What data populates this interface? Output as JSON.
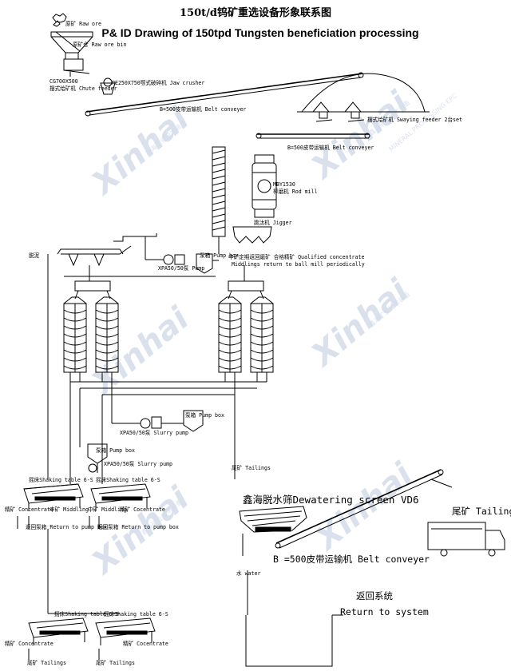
{
  "title_cn": "150t/d钨矿重选设备形象联系图",
  "title_en": "P& ID Drawing of 150tpd Tungsten beneficiation processing",
  "watermark": {
    "brand": "Xinhai",
    "brand_cn": "鑫海矿业技术装备",
    "brand_en": "MINERAL PROCESSING EPC"
  },
  "labels": {
    "raw_ore": "原矿 Raw ore",
    "raw_ore_bin": "原矿仓 Raw ore bin",
    "chute_feeder_model": "CG700X500",
    "chute_feeder": "摆式给矿机 Chute feeder",
    "jaw_crusher": "PE250X750颚式破碎机 Jaw crusher",
    "belt_conveyer_1": "B=500皮带运输机 Belt conveyer",
    "swaying_feeder": "摆式给矿机 Swaying feeder 2台set",
    "belt_conveyer_2": "B=500皮带运输机 Belt conveyer",
    "rod_mill_model": "MBY1530",
    "rod_mill": "棒磨机 Rod mill",
    "jigger": "跳汰机 Jigger",
    "desliming": "脱泥",
    "pump_box_top": "泵箱 Pump box",
    "xpa_pump_top": "XPA50/50泵 Pump",
    "qualified_concentrate": "中矿定期返回磨矿 合格精矿 Qualified concentrate",
    "middlings_return": "Middlings return to ball mill periodically",
    "pump_box_mid": "泵箱 Pump box",
    "slurry_pump_mid": "XPA50/50泵 Slurry pump",
    "pump_box_low": "泵箱 Pump box",
    "slurry_pump_low": "XPA50/50泵 Slurry pump",
    "tailings_mid": "尾矿 Tailings",
    "shaking_table_left": "摇床Shaking table 6-S",
    "shaking_table_right": "摇床Shaking table 6-S",
    "concentrate_1": "精矿 Concentrate",
    "middling_1": "中矿 Middling",
    "middling_2": "中矿 Middling",
    "concentrate_2": "精矿 Cocentrate",
    "return_pump_box_1": "返回泵箱 Return to pump box",
    "return_pump_box_2": "返回泵箱 Return to pump box",
    "dewatering_screen": "鑫海脱水筛Dewatering screen VD6",
    "tailings_truck": "尾矿 Tailings",
    "belt_conveyer_3": "B =500皮带运输机 Belt conveyer",
    "water": "水 water",
    "return_system_cn": "返回系统",
    "return_system_en": "Return to  system",
    "shaking_table_bl": "摇床Shaking table 6-S",
    "shaking_table_br": "摇床Shaking table 6-S",
    "concentrate_bl": "精矿 Concentrate",
    "concentrate_br": "精矿 Cocentrate",
    "tailings_bl": "尾矿 Tailings",
    "tailings_br": "尾矿 Tailings"
  }
}
